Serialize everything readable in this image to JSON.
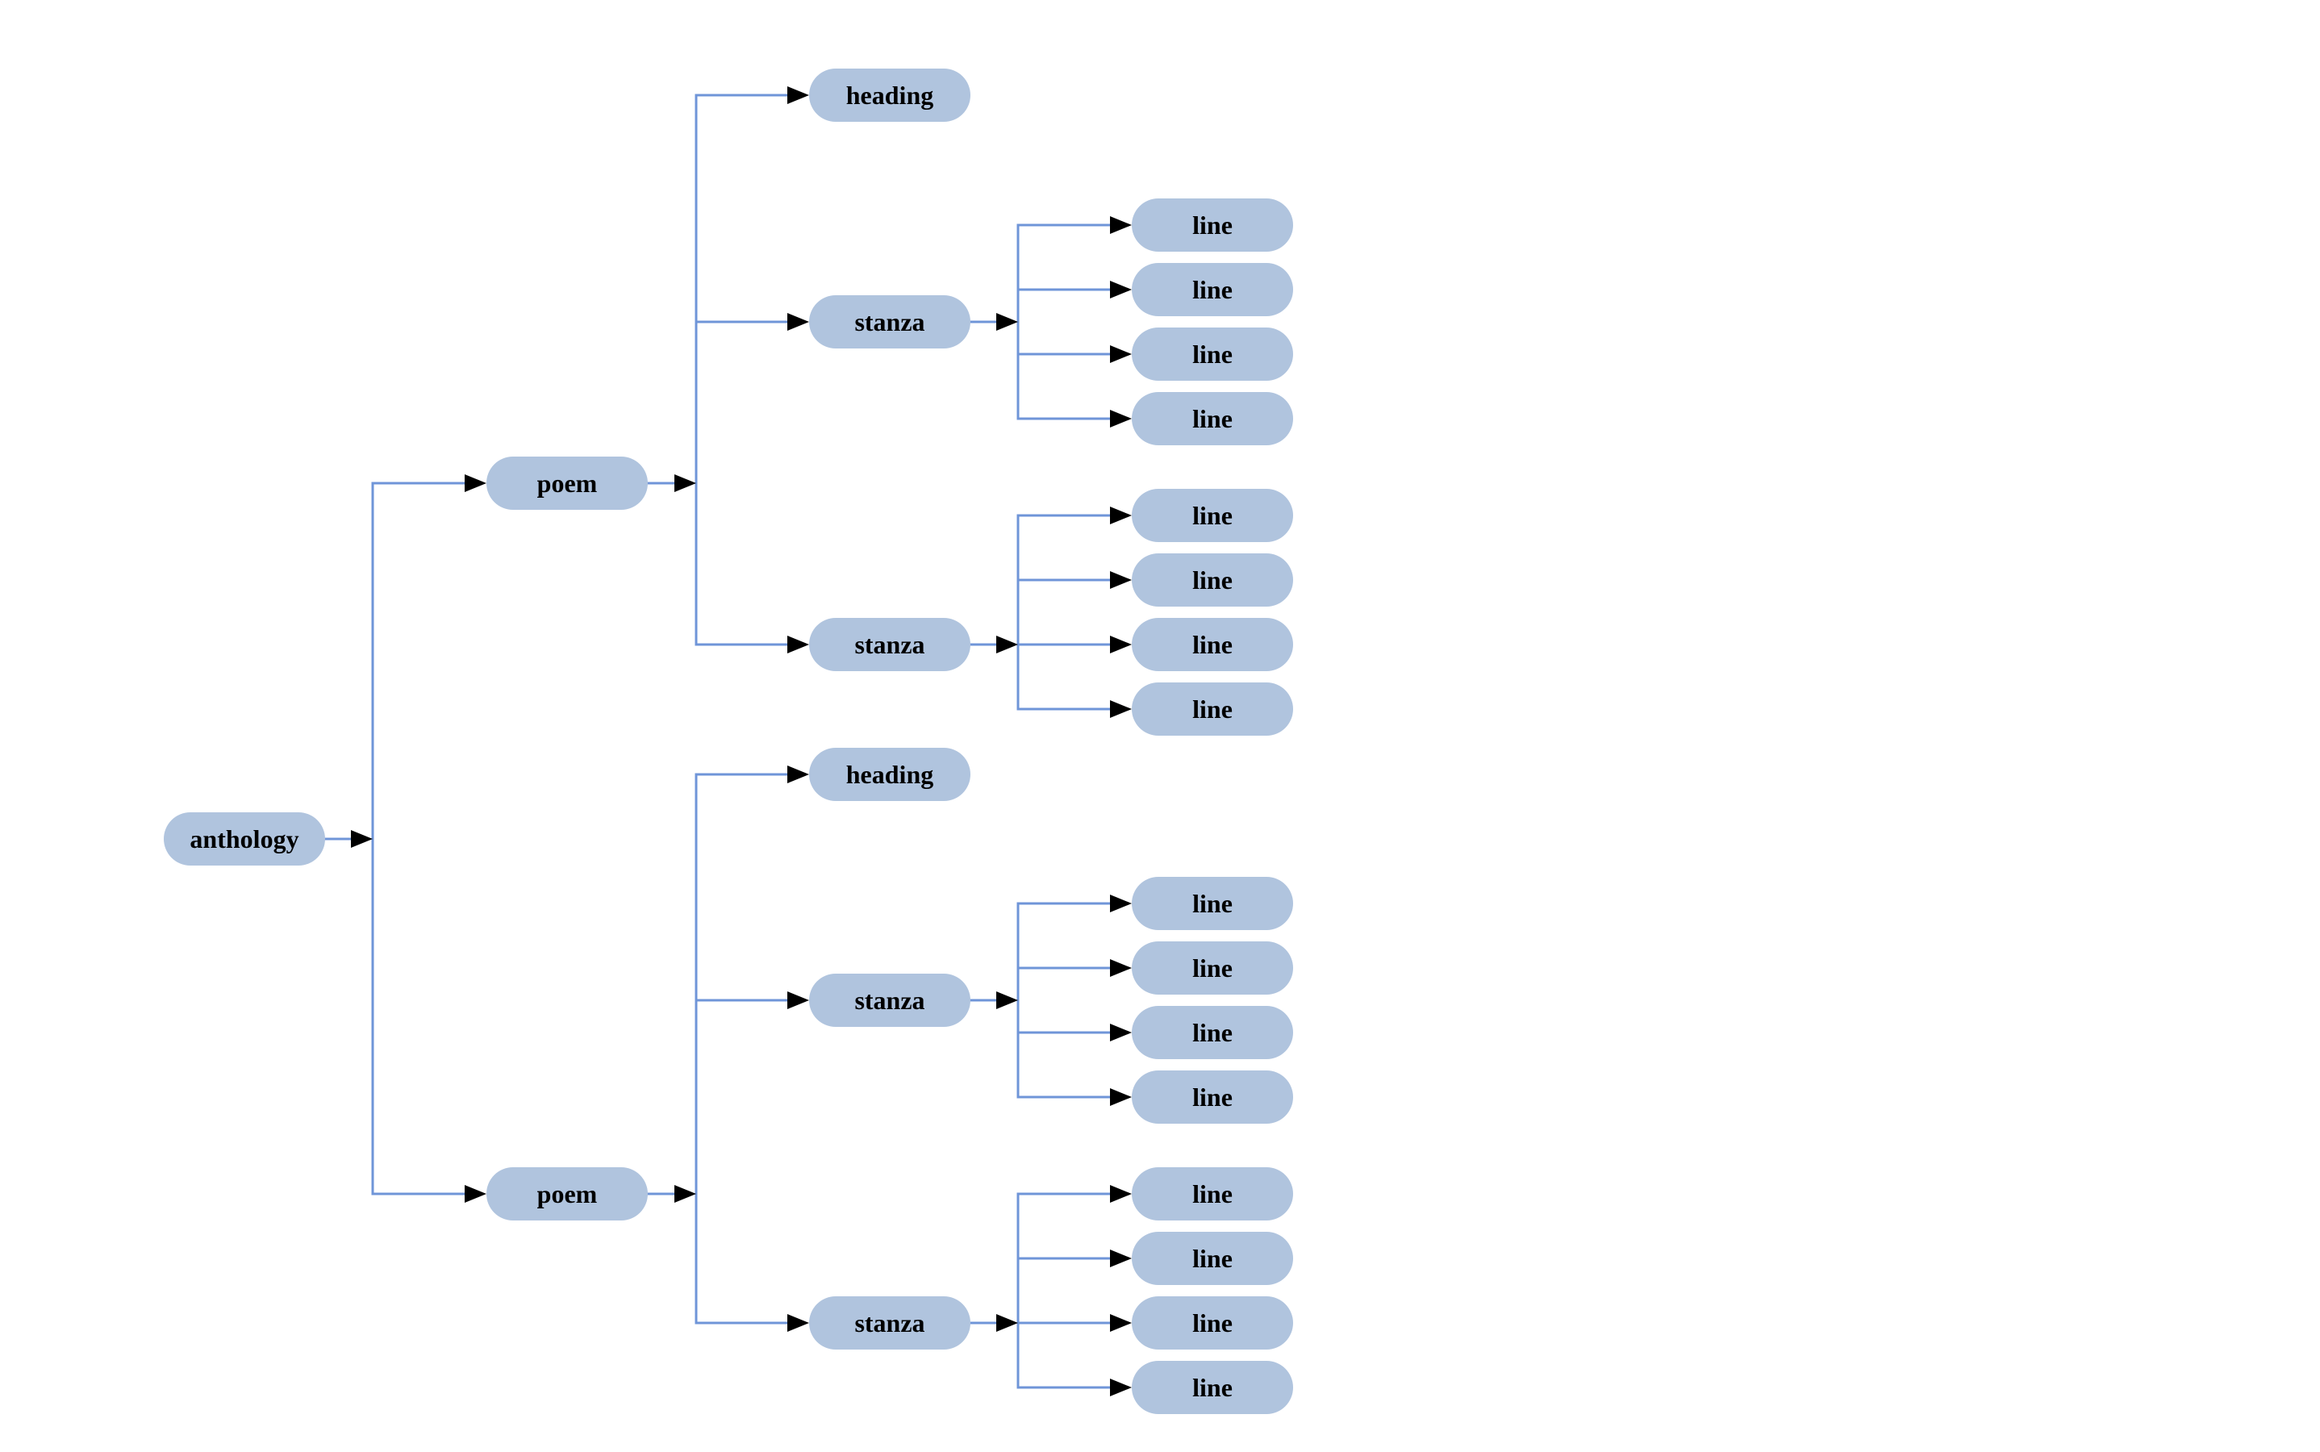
{
  "tree": {
    "root": "anthology",
    "poems": [
      {
        "label": "poem",
        "heading": "heading",
        "stanzas": [
          {
            "label": "stanza",
            "lines": [
              "line",
              "line",
              "line",
              "line"
            ]
          },
          {
            "label": "stanza",
            "lines": [
              "line",
              "line",
              "line",
              "line"
            ]
          }
        ]
      },
      {
        "label": "poem",
        "heading": "heading",
        "stanzas": [
          {
            "label": "stanza",
            "lines": [
              "line",
              "line",
              "line",
              "line"
            ]
          },
          {
            "label": "stanza",
            "lines": [
              "line",
              "line",
              "line",
              "line"
            ]
          }
        ]
      }
    ]
  },
  "colors": {
    "background": "#ffffff",
    "node_fill": "#b0c4de",
    "edge": "#6f95d8",
    "arrowhead": "#000000",
    "text": "#000000"
  }
}
